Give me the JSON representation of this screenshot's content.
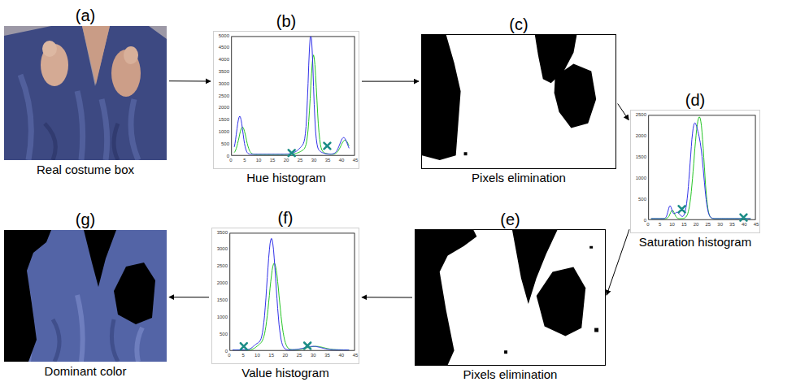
{
  "diagram": {
    "nodes": [
      {
        "text": [
          "(a)",
          "Real costume box"
        ]
      },
      {
        "text": [
          "(b)",
          "Hue histogram"
        ]
      },
      {
        "text": [
          "(c)",
          "Pixels elimination"
        ]
      },
      {
        "text": [
          "(d)",
          "Saturation histogram"
        ]
      },
      {
        "text": [
          "(e)",
          "Pixels elimination"
        ]
      },
      {
        "text": [
          "(f)",
          "Value histogram"
        ]
      },
      {
        "text": [
          "(g)",
          "Dominant color"
        ]
      }
    ],
    "edges": [
      {
        "from": 0,
        "to": 1,
        "arrow": "to"
      },
      {
        "from": 1,
        "to": 2,
        "arrow": "to"
      },
      {
        "from": 2,
        "to": 3,
        "arrow": "to"
      },
      {
        "from": 3,
        "to": 4,
        "arrow": "to"
      },
      {
        "from": 4,
        "to": 5,
        "arrow": "to"
      },
      {
        "from": 5,
        "to": 6,
        "arrow": "to"
      }
    ],
    "labels": [
      "0",
      "500",
      "1000",
      "1500",
      "2000",
      "2500",
      "3000",
      "3500",
      "4000",
      "4500",
      "5000",
      "0",
      "5",
      "10",
      "15",
      "20",
      "25",
      "30",
      "35",
      "40",
      "45",
      "0",
      "500",
      "1000",
      "1500",
      "2000",
      "2500",
      "0",
      "5",
      "10",
      "15",
      "20",
      "25",
      "30",
      "35",
      "40",
      "45",
      "0",
      "500",
      "1000",
      "1500",
      "2000",
      "2500",
      "3000",
      "3500",
      "0",
      "5",
      "10",
      "15",
      "20",
      "25",
      "30",
      "35",
      "40",
      "45"
    ]
  }
}
